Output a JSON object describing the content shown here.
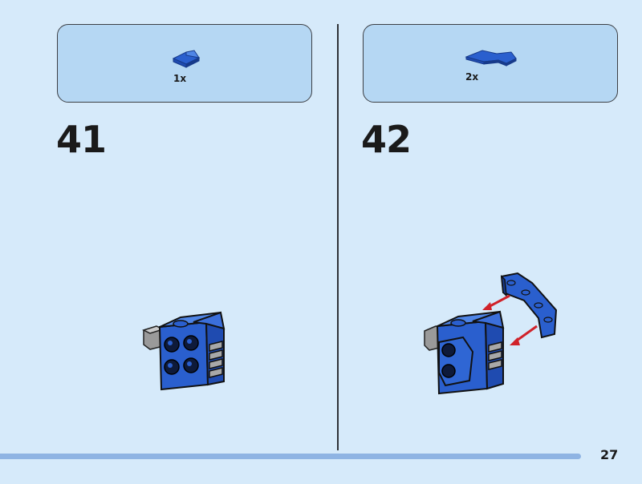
{
  "steps": [
    {
      "number": "41",
      "parts": [
        {
          "icon": "blue-slope-tile-icon",
          "count": "1x"
        }
      ]
    },
    {
      "number": "42",
      "parts": [
        {
          "icon": "blue-wedge-plate-icon",
          "count": "2x"
        }
      ]
    }
  ],
  "page_number": "27",
  "colors": {
    "background": "#d6eafa",
    "parts_box": "#b5d7f3",
    "brick_blue": "#2a5fce",
    "brick_dark_blue": "#173a8a",
    "brick_gray": "#a8a8a8",
    "arrow_red": "#d0222a",
    "progress": "#8fb4e3"
  }
}
